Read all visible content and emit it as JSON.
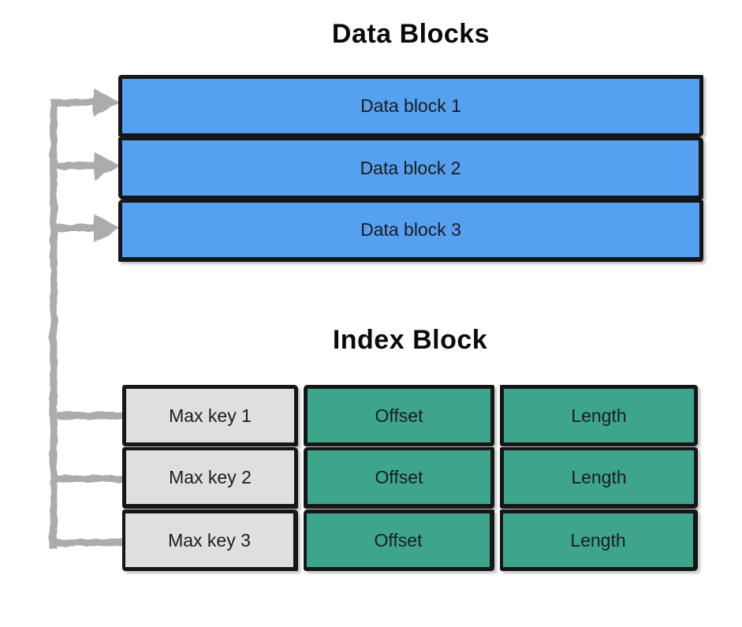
{
  "data_blocks": {
    "title": "Data Blocks",
    "blocks": [
      {
        "label": "Data block 1"
      },
      {
        "label": "Data block 2"
      },
      {
        "label": "Data block 3"
      }
    ]
  },
  "index_block": {
    "title": "Index Block",
    "rows": [
      {
        "cells": [
          {
            "label": "Max key 1"
          },
          {
            "label": "Offset"
          },
          {
            "label": "Length"
          }
        ]
      },
      {
        "cells": [
          {
            "label": "Max key 2"
          },
          {
            "label": "Offset"
          },
          {
            "label": "Length"
          }
        ]
      },
      {
        "cells": [
          {
            "label": "Max key 3"
          },
          {
            "label": "Offset"
          },
          {
            "label": "Length"
          }
        ]
      }
    ]
  },
  "icons": {
    "arrows": "index-entries-point-to-data-blocks-arrows"
  },
  "colors": {
    "data_block_fill": "#55a0ef",
    "index_key_fill": "#dfdfe1",
    "index_value_fill": "#3ca58b",
    "border": "#161616",
    "arrow": "#acacac"
  }
}
